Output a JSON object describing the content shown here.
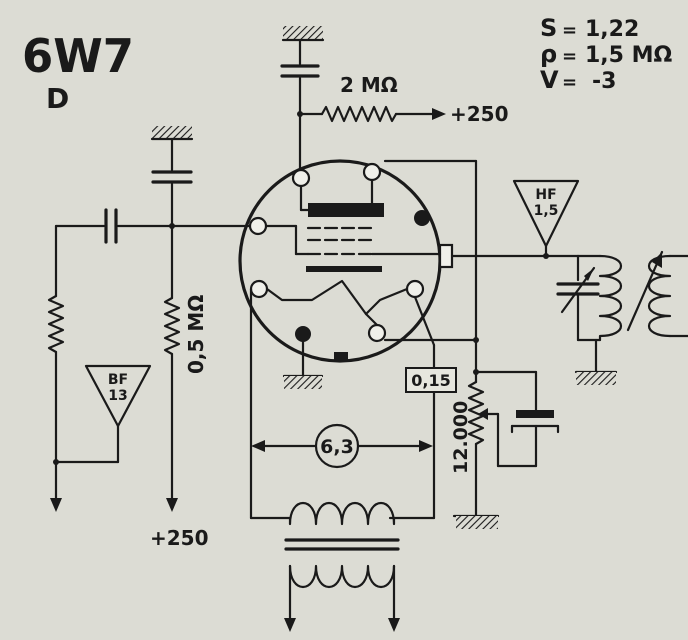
{
  "tube": {
    "type": "6W7",
    "variant": "D"
  },
  "params": {
    "s_label": "S",
    "s_value": "1,22",
    "rho_label": "ρ",
    "rho_value": "1,5 MΩ",
    "v_label": "V",
    "v_value": "-3",
    "eq": "="
  },
  "plate_resistor": {
    "value": "2 MΩ",
    "supply": "+250"
  },
  "grid_resistor": {
    "value": "0,5 MΩ"
  },
  "left_supply": {
    "value": "+250"
  },
  "bf_triangle": {
    "line1": "BF",
    "line2": "13"
  },
  "hf_triangle": {
    "line1": "HF",
    "line2": "1,5"
  },
  "filament": {
    "voltage": "6,3",
    "current": "0,15"
  },
  "cathode_resistor": {
    "value": "12.000"
  }
}
